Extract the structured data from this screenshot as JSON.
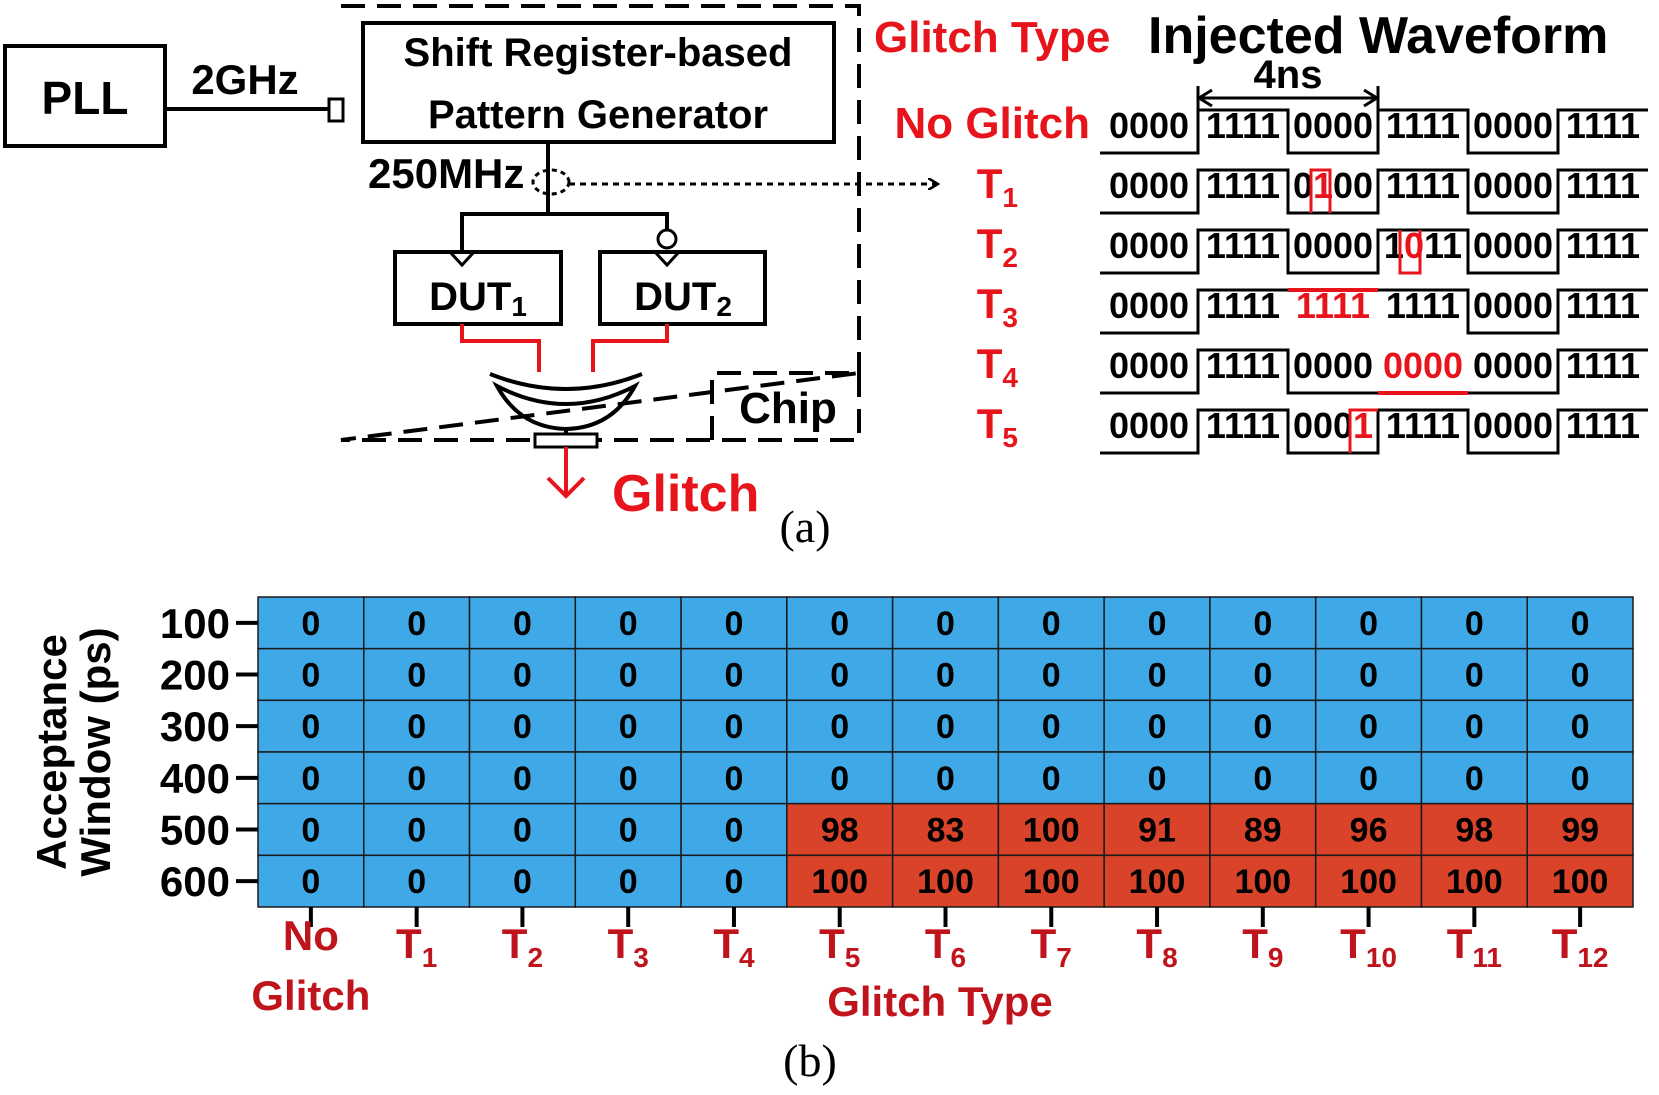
{
  "panel_a": {
    "pll_label": "PLL",
    "freq_in": "2GHz",
    "gen_line1": "Shift Register-based",
    "gen_line2": "Pattern Generator",
    "freq_out": "250MHz",
    "dut1_base": "DUT",
    "dut1_sub": "1",
    "dut2_base": "DUT",
    "dut2_sub": "2",
    "chip_label": "Chip",
    "glitch_out": "Glitch",
    "glitch_type_header": "Glitch Type",
    "waveform_header": "Injected Waveform",
    "period_label": "4ns",
    "caption": "(a)",
    "rows": [
      {
        "base": "No Glitch",
        "sub": "",
        "segs": [
          "0000",
          "1111",
          "0000",
          "1111",
          "0000",
          "1111"
        ]
      },
      {
        "base": "T",
        "sub": "1",
        "segs": [
          "0000",
          "1111",
          "0100",
          "1111",
          "0000",
          "1111"
        ]
      },
      {
        "base": "T",
        "sub": "2",
        "segs": [
          "0000",
          "1111",
          "0000",
          "1011",
          "0000",
          "1111"
        ]
      },
      {
        "base": "T",
        "sub": "3",
        "segs": [
          "0000",
          "1111",
          "1111",
          "1111",
          "0000",
          "1111"
        ]
      },
      {
        "base": "T",
        "sub": "4",
        "segs": [
          "0000",
          "1111",
          "0000",
          "0000",
          "0000",
          "1111"
        ]
      },
      {
        "base": "T",
        "sub": "5",
        "segs": [
          "0000",
          "1111",
          "0001",
          "1111",
          "0000",
          "1111"
        ]
      }
    ]
  },
  "panel_b": {
    "caption": "(b)",
    "colors": {
      "pass": "#3fa9e8",
      "fail": "#d9432a",
      "label": "#c0141c"
    }
  },
  "chart_data": {
    "type": "heatmap",
    "title": "",
    "xlabel": "Glitch Type",
    "ylabel": "Acceptance Window (ps)",
    "x_categories": [
      {
        "base": "No",
        "sub": "",
        "line2": "Glitch"
      },
      {
        "base": "T",
        "sub": "1"
      },
      {
        "base": "T",
        "sub": "2"
      },
      {
        "base": "T",
        "sub": "3"
      },
      {
        "base": "T",
        "sub": "4"
      },
      {
        "base": "T",
        "sub": "5"
      },
      {
        "base": "T",
        "sub": "6"
      },
      {
        "base": "T",
        "sub": "7"
      },
      {
        "base": "T",
        "sub": "8"
      },
      {
        "base": "T",
        "sub": "9"
      },
      {
        "base": "T",
        "sub": "10"
      },
      {
        "base": "T",
        "sub": "11"
      },
      {
        "base": "T",
        "sub": "12"
      }
    ],
    "y_categories": [
      "100",
      "200",
      "300",
      "400",
      "500",
      "600"
    ],
    "values": [
      [
        0,
        0,
        0,
        0,
        0,
        0,
        0,
        0,
        0,
        0,
        0,
        0,
        0
      ],
      [
        0,
        0,
        0,
        0,
        0,
        0,
        0,
        0,
        0,
        0,
        0,
        0,
        0
      ],
      [
        0,
        0,
        0,
        0,
        0,
        0,
        0,
        0,
        0,
        0,
        0,
        0,
        0
      ],
      [
        0,
        0,
        0,
        0,
        0,
        0,
        0,
        0,
        0,
        0,
        0,
        0,
        0
      ],
      [
        0,
        0,
        0,
        0,
        0,
        98,
        83,
        100,
        91,
        89,
        96,
        98,
        99
      ],
      [
        0,
        0,
        0,
        0,
        0,
        100,
        100,
        100,
        100,
        100,
        100,
        100,
        100
      ]
    ]
  }
}
